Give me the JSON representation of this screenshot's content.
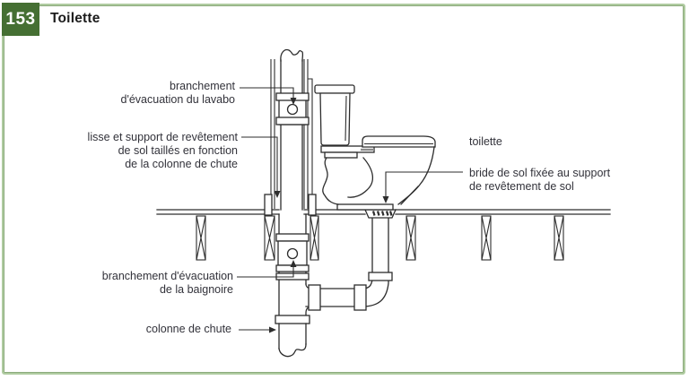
{
  "page": {
    "badge_number": "153",
    "title": "Toilette"
  },
  "colors": {
    "badge_green": "#456f33",
    "border_green": "#afcba0",
    "border_inner_green": "#8cab7d",
    "line": "#2d2d2d",
    "text": "#32323a"
  },
  "labels": {
    "lavabo": {
      "lines": [
        "branchement",
        "d'évacuation du lavabo"
      ]
    },
    "lisse": {
      "lines": [
        "lisse et support de revêtement",
        "de sol taillés en fonction",
        "de la colonne de chute"
      ]
    },
    "toilette": {
      "text": "toilette"
    },
    "bride": {
      "lines": [
        "bride de sol fixée au support",
        "de revêtement de sol"
      ]
    },
    "baignoire": {
      "lines": [
        "branchement d'évacuation",
        "de la baignoire"
      ]
    },
    "colonne": {
      "text": "colonne de chute"
    }
  }
}
